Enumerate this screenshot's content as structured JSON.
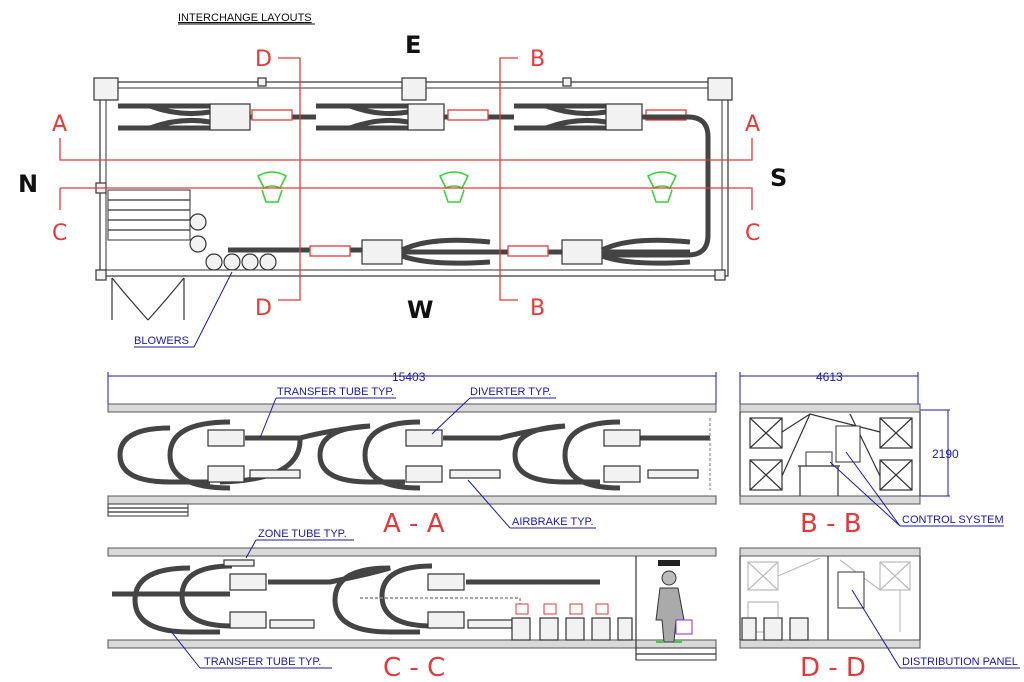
{
  "title": "INTERCHANGE LAYOUTS",
  "compass": {
    "north": "N",
    "south": "S",
    "east": "E",
    "west": "W"
  },
  "cut_markers": {
    "a": "A",
    "b": "B",
    "c": "C",
    "d": "D"
  },
  "plan_notes": {
    "blowers": "BLOWERS"
  },
  "dimensions": {
    "length": "15403",
    "width": "4613",
    "height": "2190"
  },
  "section_titles": {
    "aa": "A - A",
    "bb": "B - B",
    "cc": "C - C",
    "dd": "D - D"
  },
  "callouts": {
    "transfer_tube_top": "TRANSFER TUBE TYP.",
    "diverter": "DIVERTER TYP.",
    "airbrake": "AIRBRAKE TYP.",
    "control_system": "CONTROL SYSTEM",
    "zone_tube": "ZONE TUBE TYP.",
    "transfer_tube_bottom": "TRANSFER TUBE TYP.",
    "distribution_panel": "DISTRIBUTION PANEL"
  },
  "colors": {
    "cut_lines": "#e23a3a",
    "callouts": "#1a1aa8",
    "operator_marks": "#3ad13a"
  }
}
